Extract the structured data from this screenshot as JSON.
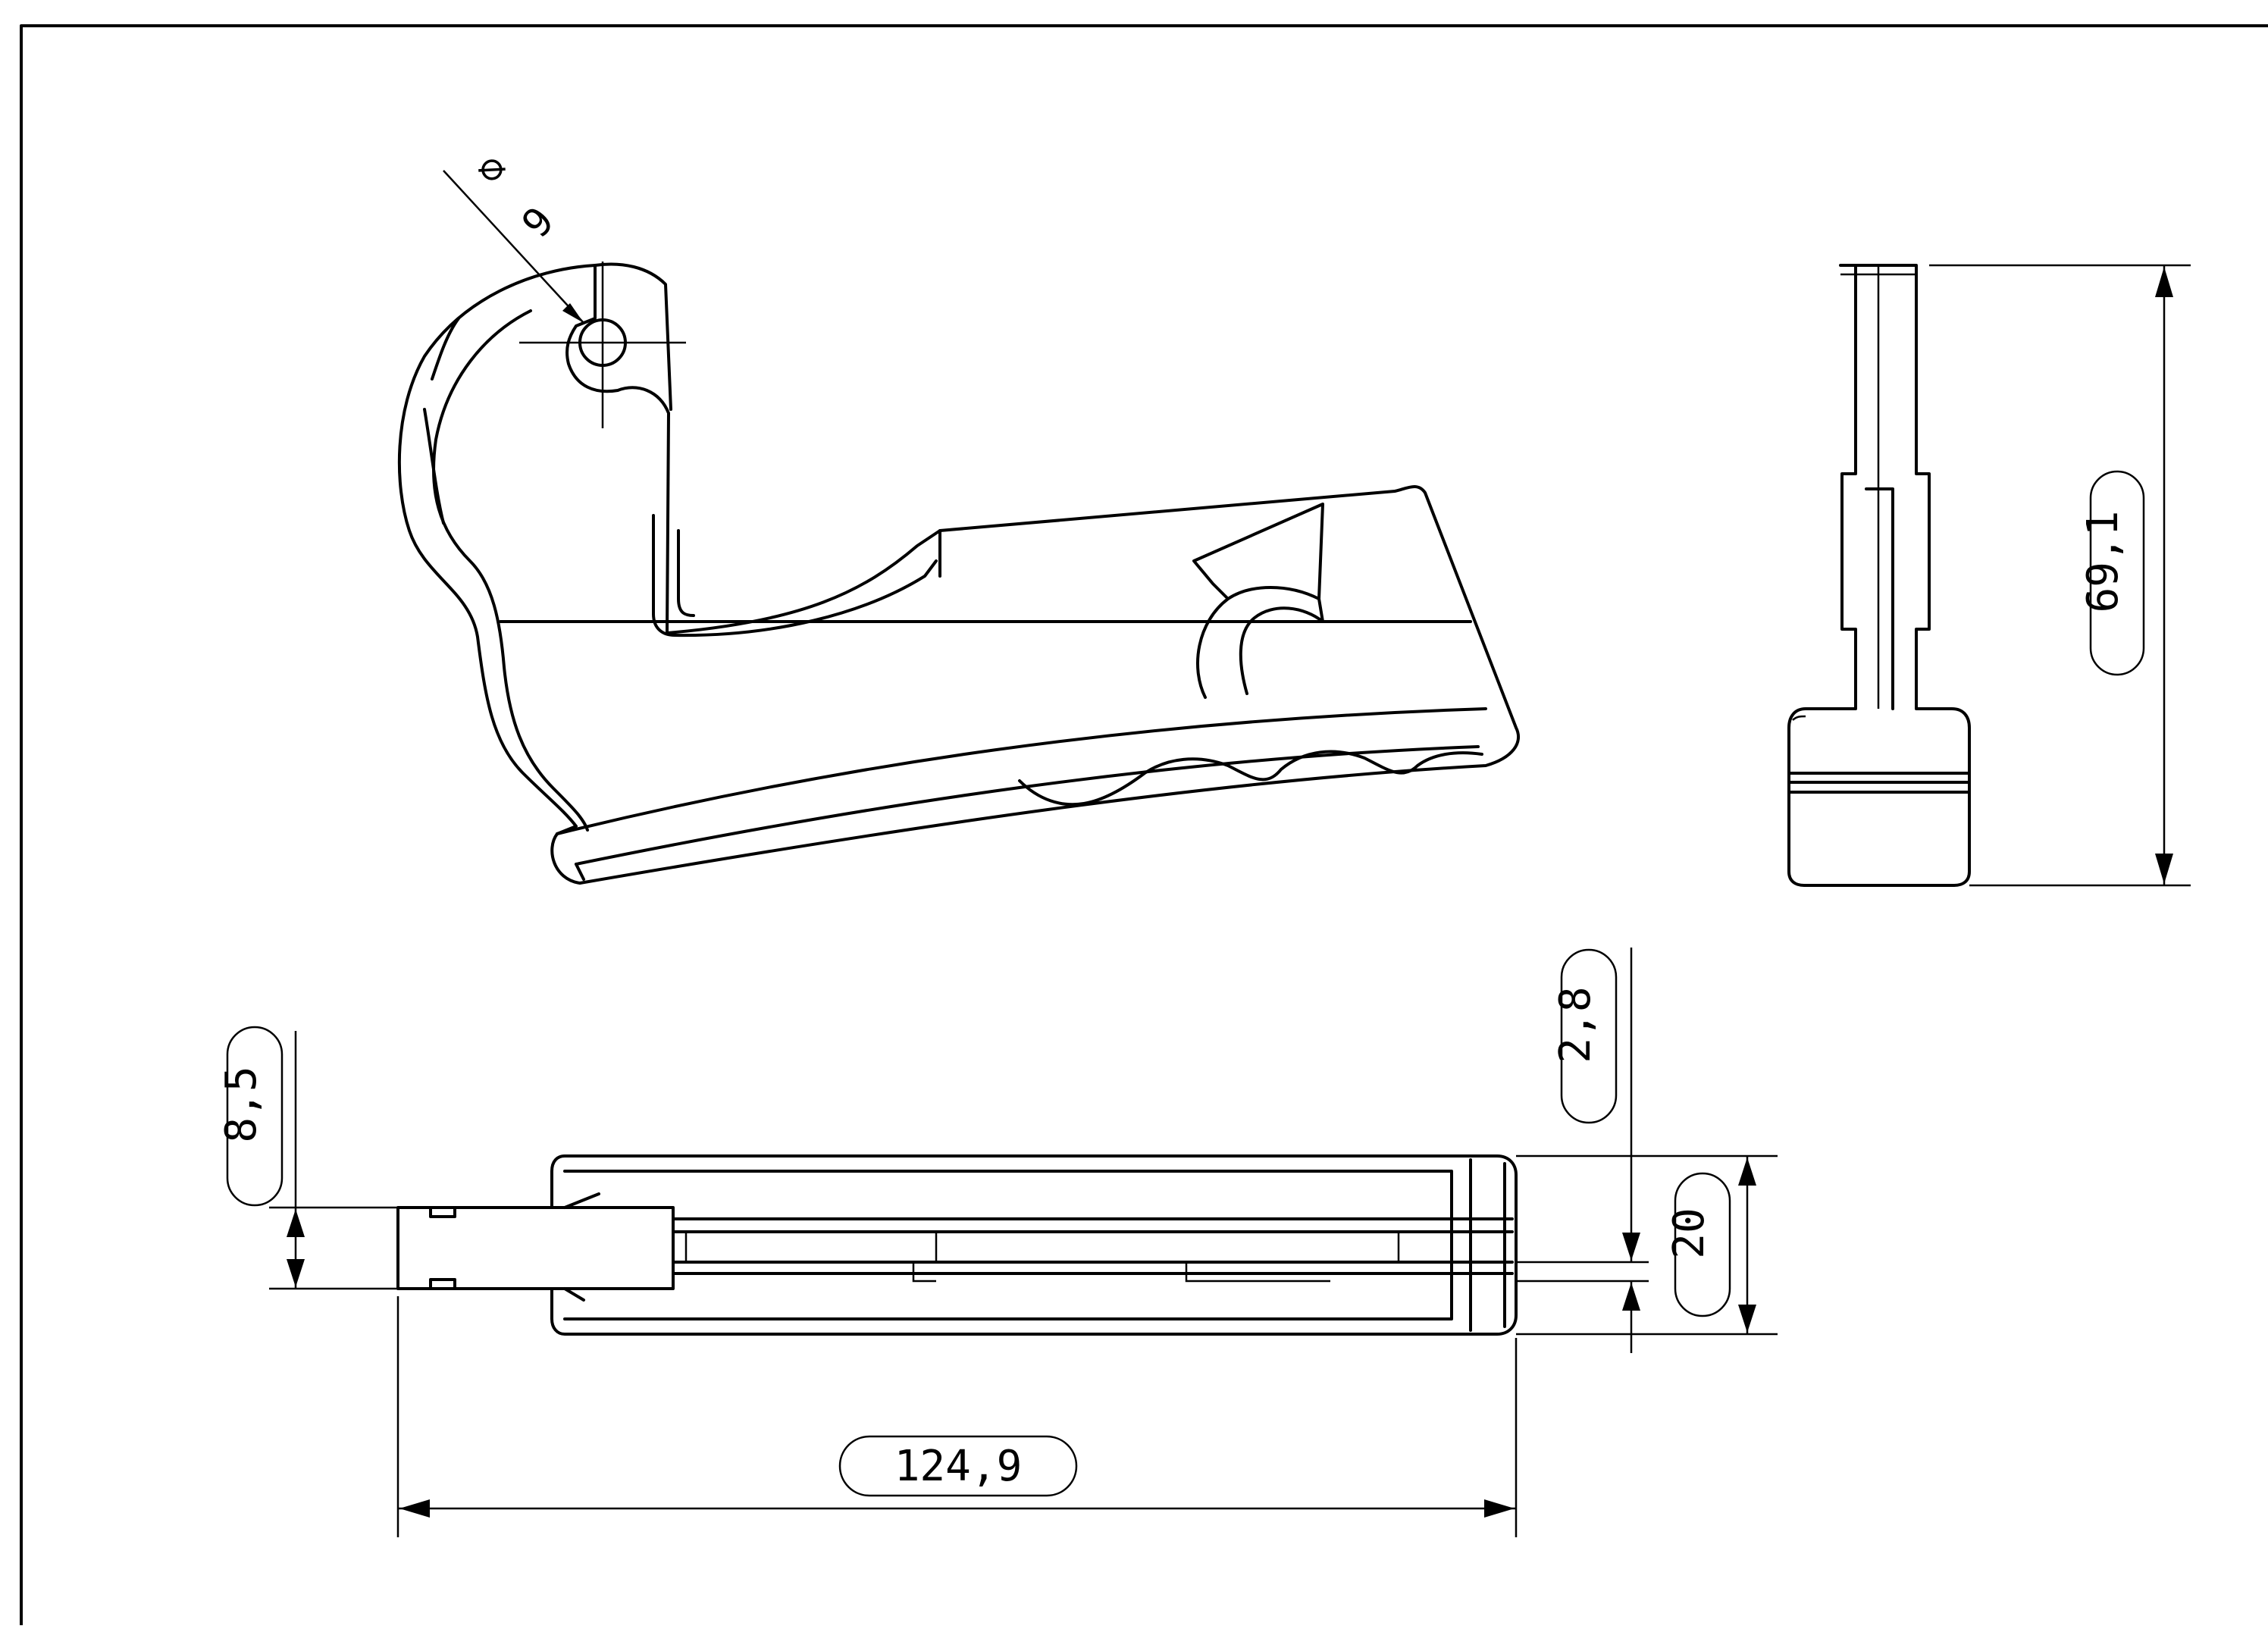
{
  "drawing": {
    "title": "",
    "dimensions": {
      "diameter_symbol": "∅",
      "hole_diameter": "6",
      "height_side_view": "69,1",
      "offset_left": "8,5",
      "gap": "2,8",
      "width_bottom": "20",
      "total_length": "124,9"
    }
  }
}
